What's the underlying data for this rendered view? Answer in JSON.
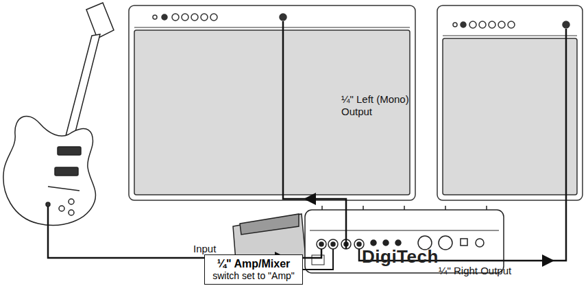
{
  "diagram": {
    "nodes": [
      {
        "text": [
          "¼\" Amp/Mixer",
          "switch set to \"Amp\""
        ]
      }
    ],
    "labels": [
      "¼\" Left (Mono) Output",
      "Input",
      "¼\" Right Output",
      "DigiTech"
    ]
  }
}
